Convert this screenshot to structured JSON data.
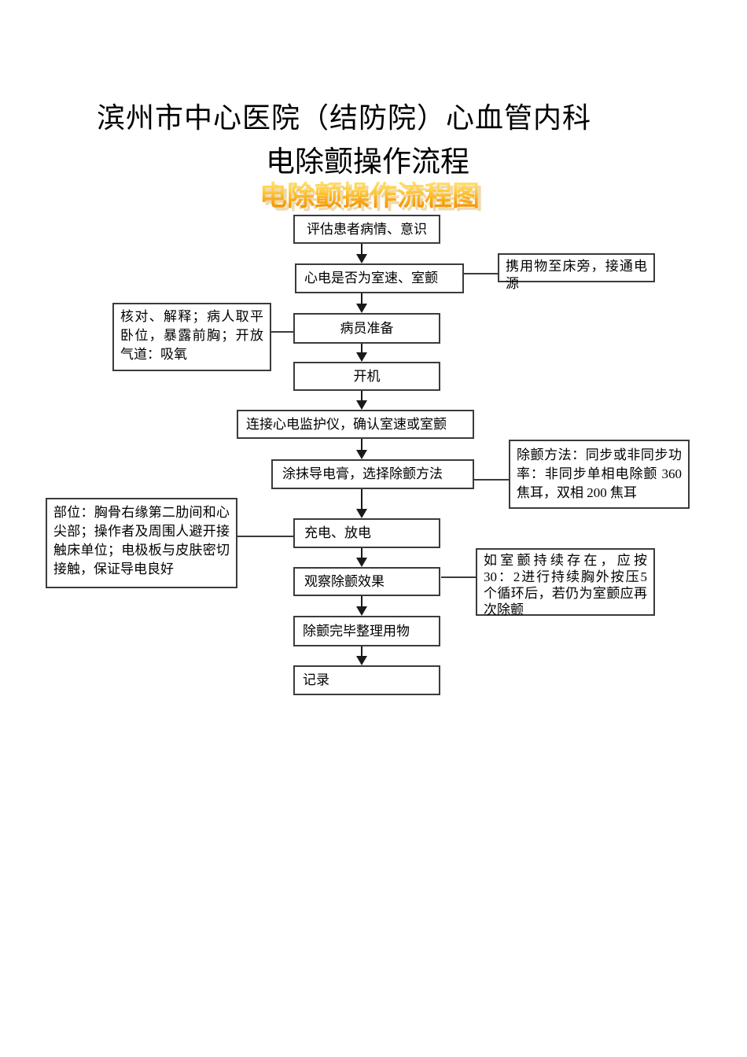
{
  "document": {
    "title_line1": "滨州市中心医院（结防院）心血管内科",
    "title_line2": "电除颤操作流程",
    "wordart_title": "电除颤操作流程图",
    "colors": {
      "wordart_gradient_top": "#ffef9e",
      "wordart_gradient_mid": "#ffcf45",
      "wordart_gradient_bottom": "#ef8800",
      "wordart_shadow": "#eed9ae",
      "box_border": "#3b3b3b",
      "arrow": "#1a1a1a",
      "page_background": "#ffffff",
      "text": "#000000"
    }
  },
  "flowchart": {
    "nodes": [
      {
        "id": "assess-patient",
        "label": "评估患者病情、意识"
      },
      {
        "id": "check-rhythm",
        "label": "心电是否为室速、室颤"
      },
      {
        "id": "patient-prep",
        "label": "病员准备"
      },
      {
        "id": "power-on",
        "label": "开机"
      },
      {
        "id": "connect-monitor",
        "label": "连接心电监护仪，确认室速或室颤"
      },
      {
        "id": "apply-gel",
        "label": "涂抹导电膏，选择除颤方法"
      },
      {
        "id": "charge-discharge",
        "label": "充电、放电"
      },
      {
        "id": "observe-effect",
        "label": "观察除颤效果"
      },
      {
        "id": "tidy-up",
        "label": "除颤完毕整理用物"
      },
      {
        "id": "record",
        "label": "记录"
      }
    ],
    "side_notes": [
      {
        "id": "carry-equipment",
        "label": "携用物至床旁，接通电源",
        "lines": [
          "携用物至床旁，接通电",
          "源"
        ]
      },
      {
        "id": "verify-explain",
        "label": "核对、解释；病人取平卧位，暴露前胸；开放气道：吸氧",
        "lines": [
          "核对、解释；病人取平",
          "卧位，暴露前胸；开放",
          "气道：吸氧"
        ]
      },
      {
        "id": "defib-method",
        "label": "除颤方法：同步或非同步功率：非同步单相电除颤 360 焦耳，双相 200 焦耳",
        "lines": [
          "除颤方法：同步或非同步功",
          "率：非同步单相电除颤 360",
          "焦耳，双相 200 焦耳"
        ]
      },
      {
        "id": "electrode-position",
        "label": "部位：胸骨右缘第二肋间和心尖部；操作者及周围人避开接触床单位；电极板与皮肤密切接触，保证导电良好",
        "lines": [
          "部位：胸骨右缘第二肋间和心",
          "尖部；操作者及周围人避开接",
          "触床单位；电极板与皮肤密切",
          "接触，保证导电良好"
        ]
      },
      {
        "id": "persistent-vf",
        "label": "如室颤持续存在，应按30：2进行持续胸外按压5个循环后，若仍为室颤应再次除颤",
        "lines": [
          "如室颤持续存在，应按",
          "30：2进行持续胸外按压5",
          "个循环后，若仍为室颤应再",
          "次除颤"
        ]
      }
    ]
  }
}
